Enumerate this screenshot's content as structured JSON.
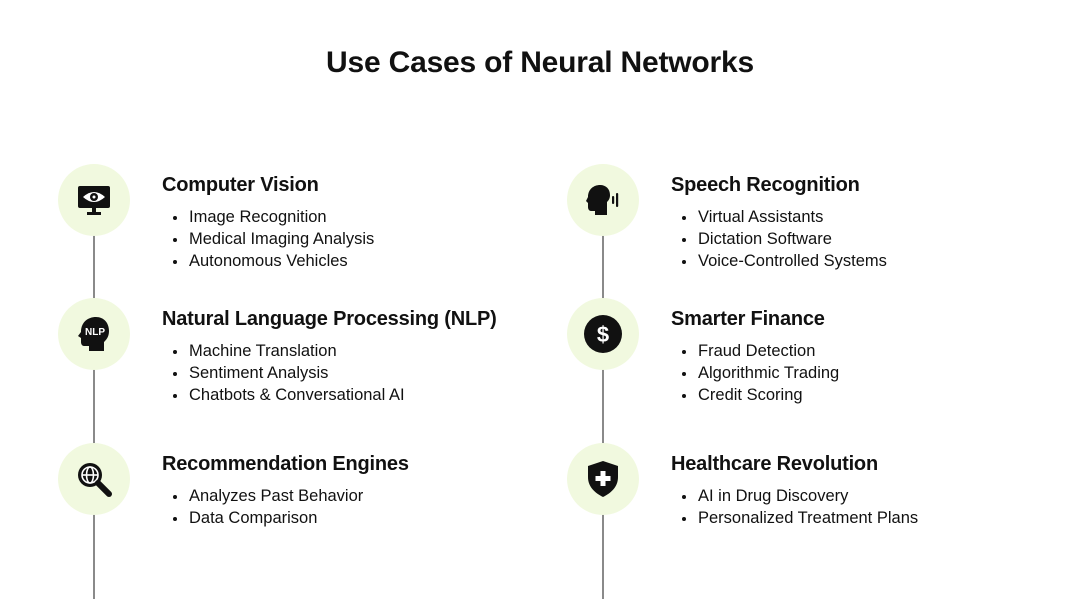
{
  "title": "Use Cases of Neural Networks",
  "left": [
    {
      "icon": "monitor-eye-icon",
      "title": "Computer Vision",
      "bullets": [
        "Image Recognition",
        "Medical Imaging Analysis",
        "Autonomous Vehicles"
      ]
    },
    {
      "icon": "nlp-head-icon",
      "icon_text": "NLP",
      "title": "Natural Language Processing (NLP)",
      "bullets": [
        "Machine Translation",
        "Sentiment Analysis",
        "Chatbots & Conversational AI"
      ]
    },
    {
      "icon": "globe-magnifier-icon",
      "title": "Recommendation Engines",
      "bullets": [
        "Analyzes Past Behavior",
        "Data Comparison"
      ]
    }
  ],
  "right": [
    {
      "icon": "speaking-head-icon",
      "title": "Speech Recognition",
      "bullets": [
        "Virtual Assistants",
        "Dictation Software",
        "Voice-Controlled Systems"
      ]
    },
    {
      "icon": "dollar-coin-icon",
      "title": "Smarter Finance",
      "bullets": [
        "Fraud Detection",
        "Algorithmic Trading",
        "Credit Scoring"
      ]
    },
    {
      "icon": "medical-shield-icon",
      "title": "Healthcare Revolution",
      "bullets": [
        "AI in Drug Discovery",
        "Personalized Treatment Plans"
      ]
    }
  ],
  "colors": {
    "icon_circle_bg": "#f1f9df",
    "connector_line": "#8a8a8a",
    "text": "#111111"
  }
}
